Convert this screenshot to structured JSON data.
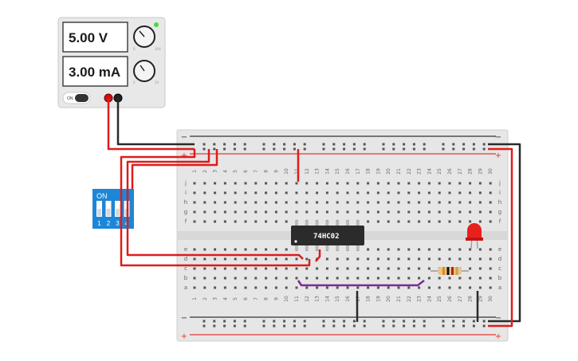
{
  "power_supply": {
    "voltage_display": "5.00 V",
    "current_display": "3.00 mA",
    "voltage_knob_min": "0",
    "voltage_knob_max": "30V",
    "current_knob_min": "0",
    "current_knob_max": "1A",
    "power_button_label": "ON",
    "indicator_color": "#44dd44"
  },
  "breadboard": {
    "column_numbers": [
      "1",
      "2",
      "3",
      "4",
      "5",
      "6",
      "7",
      "8",
      "9",
      "10",
      "11",
      "12",
      "13",
      "14",
      "15",
      "16",
      "17",
      "18",
      "19",
      "20",
      "21",
      "22",
      "23",
      "24",
      "25",
      "26",
      "27",
      "28",
      "29",
      "30"
    ],
    "top_row_labels": [
      "j",
      "i",
      "h",
      "g",
      "f"
    ],
    "bottom_row_labels": [
      "e",
      "d",
      "c",
      "b",
      "a"
    ],
    "rail_minus": "−",
    "rail_plus": "+"
  },
  "ic_chip": {
    "label": "74HC02",
    "pin_count": 14
  },
  "dip_switch": {
    "on_label": "ON",
    "switch_numbers": [
      "1",
      "2",
      "3",
      "4"
    ],
    "color": "#1e86d6"
  },
  "led": {
    "color": "#e8201c"
  },
  "resistor": {
    "bands": [
      "#e08a1e",
      "#111111",
      "#b02020",
      "#c9a24a"
    ]
  },
  "colors": {
    "wire_red": "#e01b1b",
    "wire_black": "#2a2a2a",
    "wire_purple": "#7a2a9a",
    "rail_red": "#e23838",
    "rail_dark": "#333333"
  }
}
